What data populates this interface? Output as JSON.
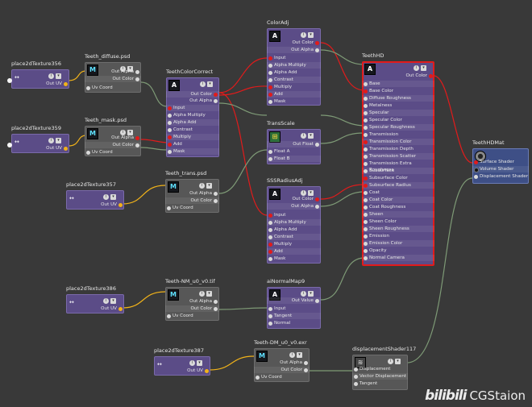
{
  "nodes": {
    "place356": {
      "title": "place2dTexture356",
      "out": "Out UV"
    },
    "place359": {
      "title": "place2dTexture359",
      "out": "Out UV"
    },
    "place357": {
      "title": "place2dTexture357",
      "out": "Out UV"
    },
    "place386": {
      "title": "place2dTexture386",
      "out": "Out UV"
    },
    "place387": {
      "title": "place2dTexture387",
      "out": "Out UV"
    },
    "diffuse": {
      "title": "Teeth_diffuse.psd",
      "tag": "M",
      "outs": [
        "Out Alpha",
        "Out Color"
      ],
      "in": "Uv Coord"
    },
    "mask": {
      "title": "Teeth_mask.psd",
      "tag": "M",
      "outs": [
        "Out Alpha",
        "Out Color"
      ],
      "in": "Uv Coord"
    },
    "trans": {
      "title": "Teeth_trans.psd",
      "tag": "M",
      "outs": [
        "Out Alpha",
        "Out Color"
      ],
      "in": "Uv Coord"
    },
    "nm": {
      "title": "Teeth-NM_u0_v0.tif",
      "tag": "M",
      "outs": [
        "Out Alpha",
        "Out Color"
      ],
      "in": "Uv Coord"
    },
    "dm": {
      "title": "Teeth-DM_u0_v0.exr",
      "tag": "M",
      "outs": [
        "Out Alpha",
        "Out Color"
      ],
      "in": "Uv Coord"
    },
    "colorcorrect": {
      "title": "TeethColorCorrect",
      "tag": "A",
      "outs": [
        "Out Color",
        "Out Alpha"
      ],
      "ins": [
        "Input",
        "Alpha Multiply",
        "Alpha Add",
        "Contrast",
        "Multiply",
        "Add",
        "Mask"
      ]
    },
    "coloradj": {
      "title": "ColorAdj",
      "tag": "A",
      "outs": [
        "Out Color",
        "Out Alpha"
      ],
      "ins": [
        "Input",
        "Alpha Multiply",
        "Alpha Add",
        "Contrast",
        "Multiply",
        "Add",
        "Mask"
      ]
    },
    "transscale": {
      "title": "TransScale",
      "tag": "multiply",
      "outs": [
        "Out Float"
      ],
      "ins": [
        "Float A",
        "Float B"
      ]
    },
    "sssradius": {
      "title": "SSSRadiusAdj",
      "tag": "A",
      "outs": [
        "Out Color",
        "Out Alpha"
      ],
      "ins": [
        "Input",
        "Alpha Multiply",
        "Alpha Add",
        "Contrast",
        "Multiply",
        "Add",
        "Mask"
      ]
    },
    "normalmap": {
      "title": "aiNormalMap9",
      "tag": "A",
      "outs": [
        "Out Value"
      ],
      "ins": [
        "Input",
        "Tangent",
        "Normal"
      ]
    },
    "teethhd": {
      "title": "TeethHD",
      "tag": "A",
      "outs": [
        "Out Color"
      ],
      "ins": [
        "Base",
        "Base Color",
        "Diffuse Roughness",
        "Metalness",
        "Specular",
        "Specular Color",
        "Specular Roughness",
        "Transmission",
        "Transmission Color",
        "Transmission Depth",
        "Transmission Scatter",
        "Transmission Extra Roughness",
        "Subsurface",
        "Subsurface Color",
        "Subsurface Radius",
        "Coat",
        "Coat Color",
        "Coat Roughness",
        "Sheen",
        "Sheen Color",
        "Sheen Roughness",
        "Emission",
        "Emission Color",
        "Opacity",
        "Normal Camera"
      ]
    },
    "hdmat": {
      "title": "TeethHDMat",
      "ins": [
        "Surface Shader",
        "Volume Shader",
        "Displacement Shader"
      ]
    },
    "disp": {
      "title": "displacementShader117",
      "ins": [
        "Displacement",
        "Vector Displacement",
        "Tangent"
      ]
    }
  },
  "watermark": {
    "logo": "bilibili",
    "brand": "CGStaion"
  },
  "colors": {
    "background": "#393939",
    "utility": "#5b4c87",
    "file": "#575757",
    "shading_group": "#3e4f86",
    "selected": "#e11b1b",
    "wire_uv": "#f0b21a",
    "wire_color": "#e11b1b",
    "wire_generic": "#7e9a76"
  }
}
